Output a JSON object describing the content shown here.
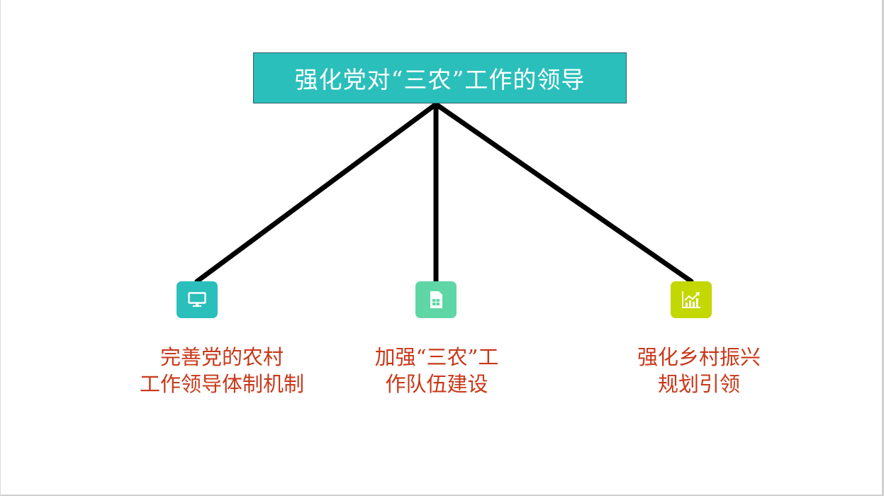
{
  "diagram": {
    "root": {
      "label": "强化党对“三农”工作的领导",
      "color": "#2bbfbb"
    },
    "branches": [
      {
        "icon": "monitor-icon",
        "icon_color": "#2bbfbb",
        "line1": "完善党的农村",
        "line2": "工作领导体制机制"
      },
      {
        "icon": "sim-card-icon",
        "icon_color": "#5fd6a6",
        "line1": "加强“三农”工",
        "line2": "作队伍建设"
      },
      {
        "icon": "growth-chart-icon",
        "icon_color": "#c3d700",
        "line1": "强化乡村振兴",
        "line2": "规划引领"
      }
    ],
    "label_color": "#c8381a",
    "connector_color": "#000000"
  }
}
